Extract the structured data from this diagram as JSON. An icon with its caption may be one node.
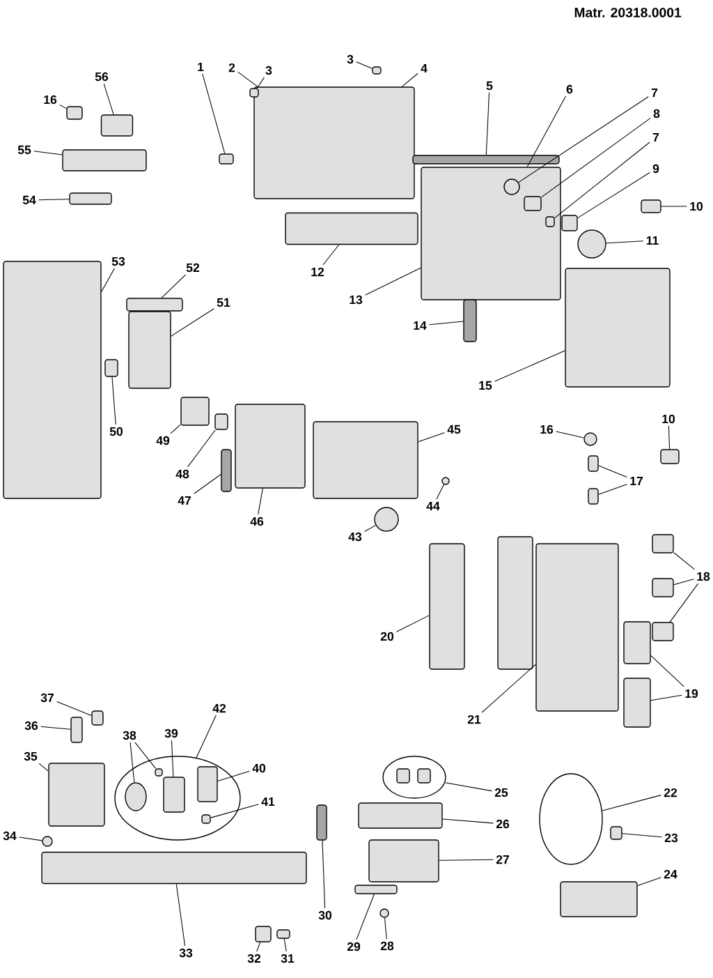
{
  "diagram": {
    "nodes": [
      {
        "text": [
          "1"
        ]
      },
      {
        "text": [
          "2"
        ]
      },
      {
        "text": [
          "3"
        ]
      },
      {
        "text": [
          "3"
        ]
      },
      {
        "text": [
          "4"
        ]
      },
      {
        "text": [
          "5"
        ]
      },
      {
        "text": [
          "6"
        ]
      },
      {
        "text": [
          "7"
        ]
      },
      {
        "text": [
          "8"
        ]
      },
      {
        "text": [
          "7"
        ]
      },
      {
        "text": [
          "9"
        ]
      },
      {
        "text": [
          "10"
        ]
      },
      {
        "text": [
          "11"
        ]
      },
      {
        "text": [
          "12"
        ]
      },
      {
        "text": [
          "13"
        ]
      },
      {
        "text": [
          "14"
        ]
      },
      {
        "text": [
          "15"
        ]
      },
      {
        "text": [
          "16"
        ]
      },
      {
        "text": [
          "56"
        ]
      },
      {
        "text": [
          "55"
        ]
      },
      {
        "text": [
          "54"
        ]
      },
      {
        "text": [
          "53"
        ]
      },
      {
        "text": [
          "52"
        ]
      },
      {
        "text": [
          "51"
        ]
      },
      {
        "text": [
          "50"
        ]
      },
      {
        "text": [
          "49"
        ]
      },
      {
        "text": [
          "48"
        ]
      },
      {
        "text": [
          "47"
        ]
      },
      {
        "text": [
          "46"
        ]
      },
      {
        "text": [
          "45"
        ]
      },
      {
        "text": [
          "44"
        ]
      },
      {
        "text": [
          "43"
        ]
      },
      {
        "text": [
          "16"
        ]
      },
      {
        "text": [
          "17"
        ]
      },
      {
        "text": [
          "10"
        ]
      },
      {
        "text": [
          "18"
        ]
      },
      {
        "text": [
          "19"
        ]
      },
      {
        "text": [
          "20"
        ]
      },
      {
        "text": [
          "21"
        ]
      },
      {
        "text": [
          "37"
        ]
      },
      {
        "text": [
          "36"
        ]
      },
      {
        "text": [
          "35"
        ]
      },
      {
        "text": [
          "34"
        ]
      },
      {
        "text": [
          "42"
        ]
      },
      {
        "text": [
          "38"
        ]
      },
      {
        "text": [
          "39"
        ]
      },
      {
        "text": [
          "40"
        ]
      },
      {
        "text": [
          "41"
        ]
      },
      {
        "text": [
          "33"
        ]
      },
      {
        "text": [
          "32"
        ]
      },
      {
        "text": [
          "31"
        ]
      },
      {
        "text": [
          "30"
        ]
      },
      {
        "text": [
          "25"
        ]
      },
      {
        "text": [
          "26"
        ]
      },
      {
        "text": [
          "27"
        ]
      },
      {
        "text": [
          "29"
        ]
      },
      {
        "text": [
          "28"
        ]
      },
      {
        "text": [
          "22"
        ]
      },
      {
        "text": [
          "23"
        ]
      },
      {
        "text": [
          "24"
        ]
      },
      {
        "text": [],
        "shape": "box"
      },
      {
        "text": [],
        "shape": "box"
      },
      {
        "text": [],
        "shape": "box"
      },
      {
        "text": [],
        "shape": "box"
      },
      {
        "text": [],
        "shape": "bar"
      },
      {
        "text": [],
        "shape": "box"
      },
      {
        "text": [],
        "shape": "circle",
        "in": 65
      },
      {
        "text": [],
        "shape": "box",
        "in": 65
      },
      {
        "text": [],
        "shape": "box",
        "in": 65
      },
      {
        "text": [],
        "shape": "box"
      },
      {
        "text": [],
        "shape": "box"
      },
      {
        "text": [],
        "shape": "circle"
      },
      {
        "text": [],
        "shape": "box"
      },
      {
        "text": [],
        "shape": "bar"
      },
      {
        "text": [],
        "shape": "box"
      },
      {
        "text": [],
        "shape": "box"
      },
      {
        "text": [],
        "shape": "box"
      },
      {
        "text": [],
        "shape": "box"
      },
      {
        "text": [],
        "shape": "box"
      },
      {
        "text": [],
        "shape": "box"
      },
      {
        "text": [],
        "shape": "box"
      },
      {
        "text": [],
        "shape": "box"
      },
      {
        "text": [],
        "shape": "box"
      },
      {
        "text": [],
        "shape": "box"
      },
      {
        "text": [],
        "shape": "box"
      },
      {
        "text": [],
        "shape": "bar"
      },
      {
        "text": [],
        "shape": "box"
      },
      {
        "text": [],
        "shape": "box"
      },
      {
        "text": [],
        "shape": "circle"
      },
      {
        "text": [],
        "shape": "circle"
      },
      {
        "text": [],
        "shape": "circle"
      },
      {
        "text": [],
        "shape": "box"
      },
      {
        "text": [],
        "shape": "box"
      },
      {
        "text": [],
        "shape": "box"
      },
      {
        "text": [],
        "shape": "box"
      },
      {
        "text": [],
        "shape": "box"
      },
      {
        "text": [],
        "shape": "box"
      },
      {
        "text": [],
        "shape": "box"
      },
      {
        "text": [],
        "shape": "box"
      },
      {
        "text": [],
        "shape": "box"
      },
      {
        "text": [],
        "shape": "box"
      },
      {
        "text": [],
        "shape": "box"
      },
      {
        "text": [],
        "shape": "box"
      },
      {
        "text": [],
        "shape": "box"
      },
      {
        "text": [],
        "shape": "circle"
      },
      {
        "text": [],
        "shape": "circle"
      },
      {
        "text": [],
        "shape": "circle",
        "in": 105
      },
      {
        "text": [],
        "shape": "box",
        "in": 105
      },
      {
        "text": [],
        "shape": "box",
        "in": 105
      },
      {
        "text": [],
        "shape": "box",
        "in": 105
      },
      {
        "text": [],
        "shape": "box",
        "in": 105
      },
      {
        "text": [],
        "shape": "box"
      },
      {
        "text": [],
        "shape": "box"
      },
      {
        "text": [],
        "shape": "box"
      },
      {
        "text": [],
        "shape": "bar"
      },
      {
        "text": [],
        "shape": "circle"
      },
      {
        "text": [],
        "shape": "box"
      },
      {
        "text": [],
        "shape": "box"
      },
      {
        "text": [],
        "shape": "box"
      },
      {
        "text": [],
        "shape": "circle"
      },
      {
        "text": [],
        "shape": "circle"
      },
      {
        "text": [],
        "shape": "box"
      },
      {
        "text": [],
        "shape": "box"
      }
    ],
    "edges": [
      {
        "from": 0,
        "to": 60,
        "arrow": "none"
      },
      {
        "from": 1,
        "to": 61,
        "arrow": "none"
      },
      {
        "from": 2,
        "to": 62,
        "arrow": "none"
      },
      {
        "from": 3,
        "to": 63,
        "arrow": "none"
      },
      {
        "from": 4,
        "to": 61,
        "arrow": "none"
      },
      {
        "from": 5,
        "to": 64,
        "arrow": "none"
      },
      {
        "from": 6,
        "to": 65,
        "arrow": "none"
      },
      {
        "from": 7,
        "to": 66,
        "arrow": "none"
      },
      {
        "from": 8,
        "to": 67,
        "arrow": "none"
      },
      {
        "from": 9,
        "to": 68,
        "arrow": "none"
      },
      {
        "from": 10,
        "to": 69,
        "arrow": "none"
      },
      {
        "from": 11,
        "to": 70,
        "arrow": "none"
      },
      {
        "from": 12,
        "to": 71,
        "arrow": "none"
      },
      {
        "from": 13,
        "to": 72,
        "arrow": "none"
      },
      {
        "from": 14,
        "to": 65,
        "arrow": "none"
      },
      {
        "from": 15,
        "to": 73,
        "arrow": "none"
      },
      {
        "from": 16,
        "to": 74,
        "arrow": "none"
      },
      {
        "from": 17,
        "to": 75,
        "arrow": "none"
      },
      {
        "from": 18,
        "to": 76,
        "arrow": "none"
      },
      {
        "from": 19,
        "to": 77,
        "arrow": "none"
      },
      {
        "from": 20,
        "to": 78,
        "arrow": "none"
      },
      {
        "from": 21,
        "to": 79,
        "arrow": "none"
      },
      {
        "from": 22,
        "to": 80,
        "arrow": "none"
      },
      {
        "from": 23,
        "to": 81,
        "arrow": "none"
      },
      {
        "from": 24,
        "to": 82,
        "arrow": "none"
      },
      {
        "from": 25,
        "to": 83,
        "arrow": "none"
      },
      {
        "from": 26,
        "to": 84,
        "arrow": "none"
      },
      {
        "from": 27,
        "to": 85,
        "arrow": "none"
      },
      {
        "from": 28,
        "to": 86,
        "arrow": "none"
      },
      {
        "from": 29,
        "to": 87,
        "arrow": "none"
      },
      {
        "from": 30,
        "to": 88,
        "arrow": "none"
      },
      {
        "from": 31,
        "to": 89,
        "arrow": "none"
      },
      {
        "from": 32,
        "to": 90,
        "arrow": "none"
      },
      {
        "from": 33,
        "to": 91,
        "arrow": "none"
      },
      {
        "from": 33,
        "to": 92,
        "arrow": "none"
      },
      {
        "from": 34,
        "to": 93,
        "arrow": "none"
      },
      {
        "from": 35,
        "to": 94,
        "arrow": "none"
      },
      {
        "from": 35,
        "to": 95,
        "arrow": "none"
      },
      {
        "from": 35,
        "to": 96,
        "arrow": "none"
      },
      {
        "from": 36,
        "to": 97,
        "arrow": "none"
      },
      {
        "from": 36,
        "to": 98,
        "arrow": "none"
      },
      {
        "from": 37,
        "to": 99,
        "arrow": "none"
      },
      {
        "from": 38,
        "to": 100,
        "arrow": "none"
      },
      {
        "from": 39,
        "to": 101,
        "arrow": "none"
      },
      {
        "from": 40,
        "to": 102,
        "arrow": "none"
      },
      {
        "from": 41,
        "to": 103,
        "arrow": "none"
      },
      {
        "from": 42,
        "to": 104,
        "arrow": "none"
      },
      {
        "from": 43,
        "to": 105,
        "arrow": "none"
      },
      {
        "from": 44,
        "to": 106,
        "arrow": "none"
      },
      {
        "from": 44,
        "to": 107,
        "arrow": "none"
      },
      {
        "from": 45,
        "to": 108,
        "arrow": "none"
      },
      {
        "from": 46,
        "to": 109,
        "arrow": "none"
      },
      {
        "from": 47,
        "to": 110,
        "arrow": "none"
      },
      {
        "from": 48,
        "to": 111,
        "arrow": "none"
      },
      {
        "from": 49,
        "to": 112,
        "arrow": "none"
      },
      {
        "from": 50,
        "to": 113,
        "arrow": "none"
      },
      {
        "from": 51,
        "to": 114,
        "arrow": "none"
      },
      {
        "from": 52,
        "to": 115,
        "arrow": "none"
      },
      {
        "from": 53,
        "to": 116,
        "arrow": "none"
      },
      {
        "from": 54,
        "to": 117,
        "arrow": "none"
      },
      {
        "from": 55,
        "to": 118,
        "arrow": "none"
      },
      {
        "from": 56,
        "to": 119,
        "arrow": "none"
      },
      {
        "from": 57,
        "to": 120,
        "arrow": "none"
      },
      {
        "from": 58,
        "to": 121,
        "arrow": "none"
      },
      {
        "from": 59,
        "to": 122,
        "arrow": "none"
      }
    ],
    "labels": [
      "Matr. 20318.0001"
    ]
  }
}
